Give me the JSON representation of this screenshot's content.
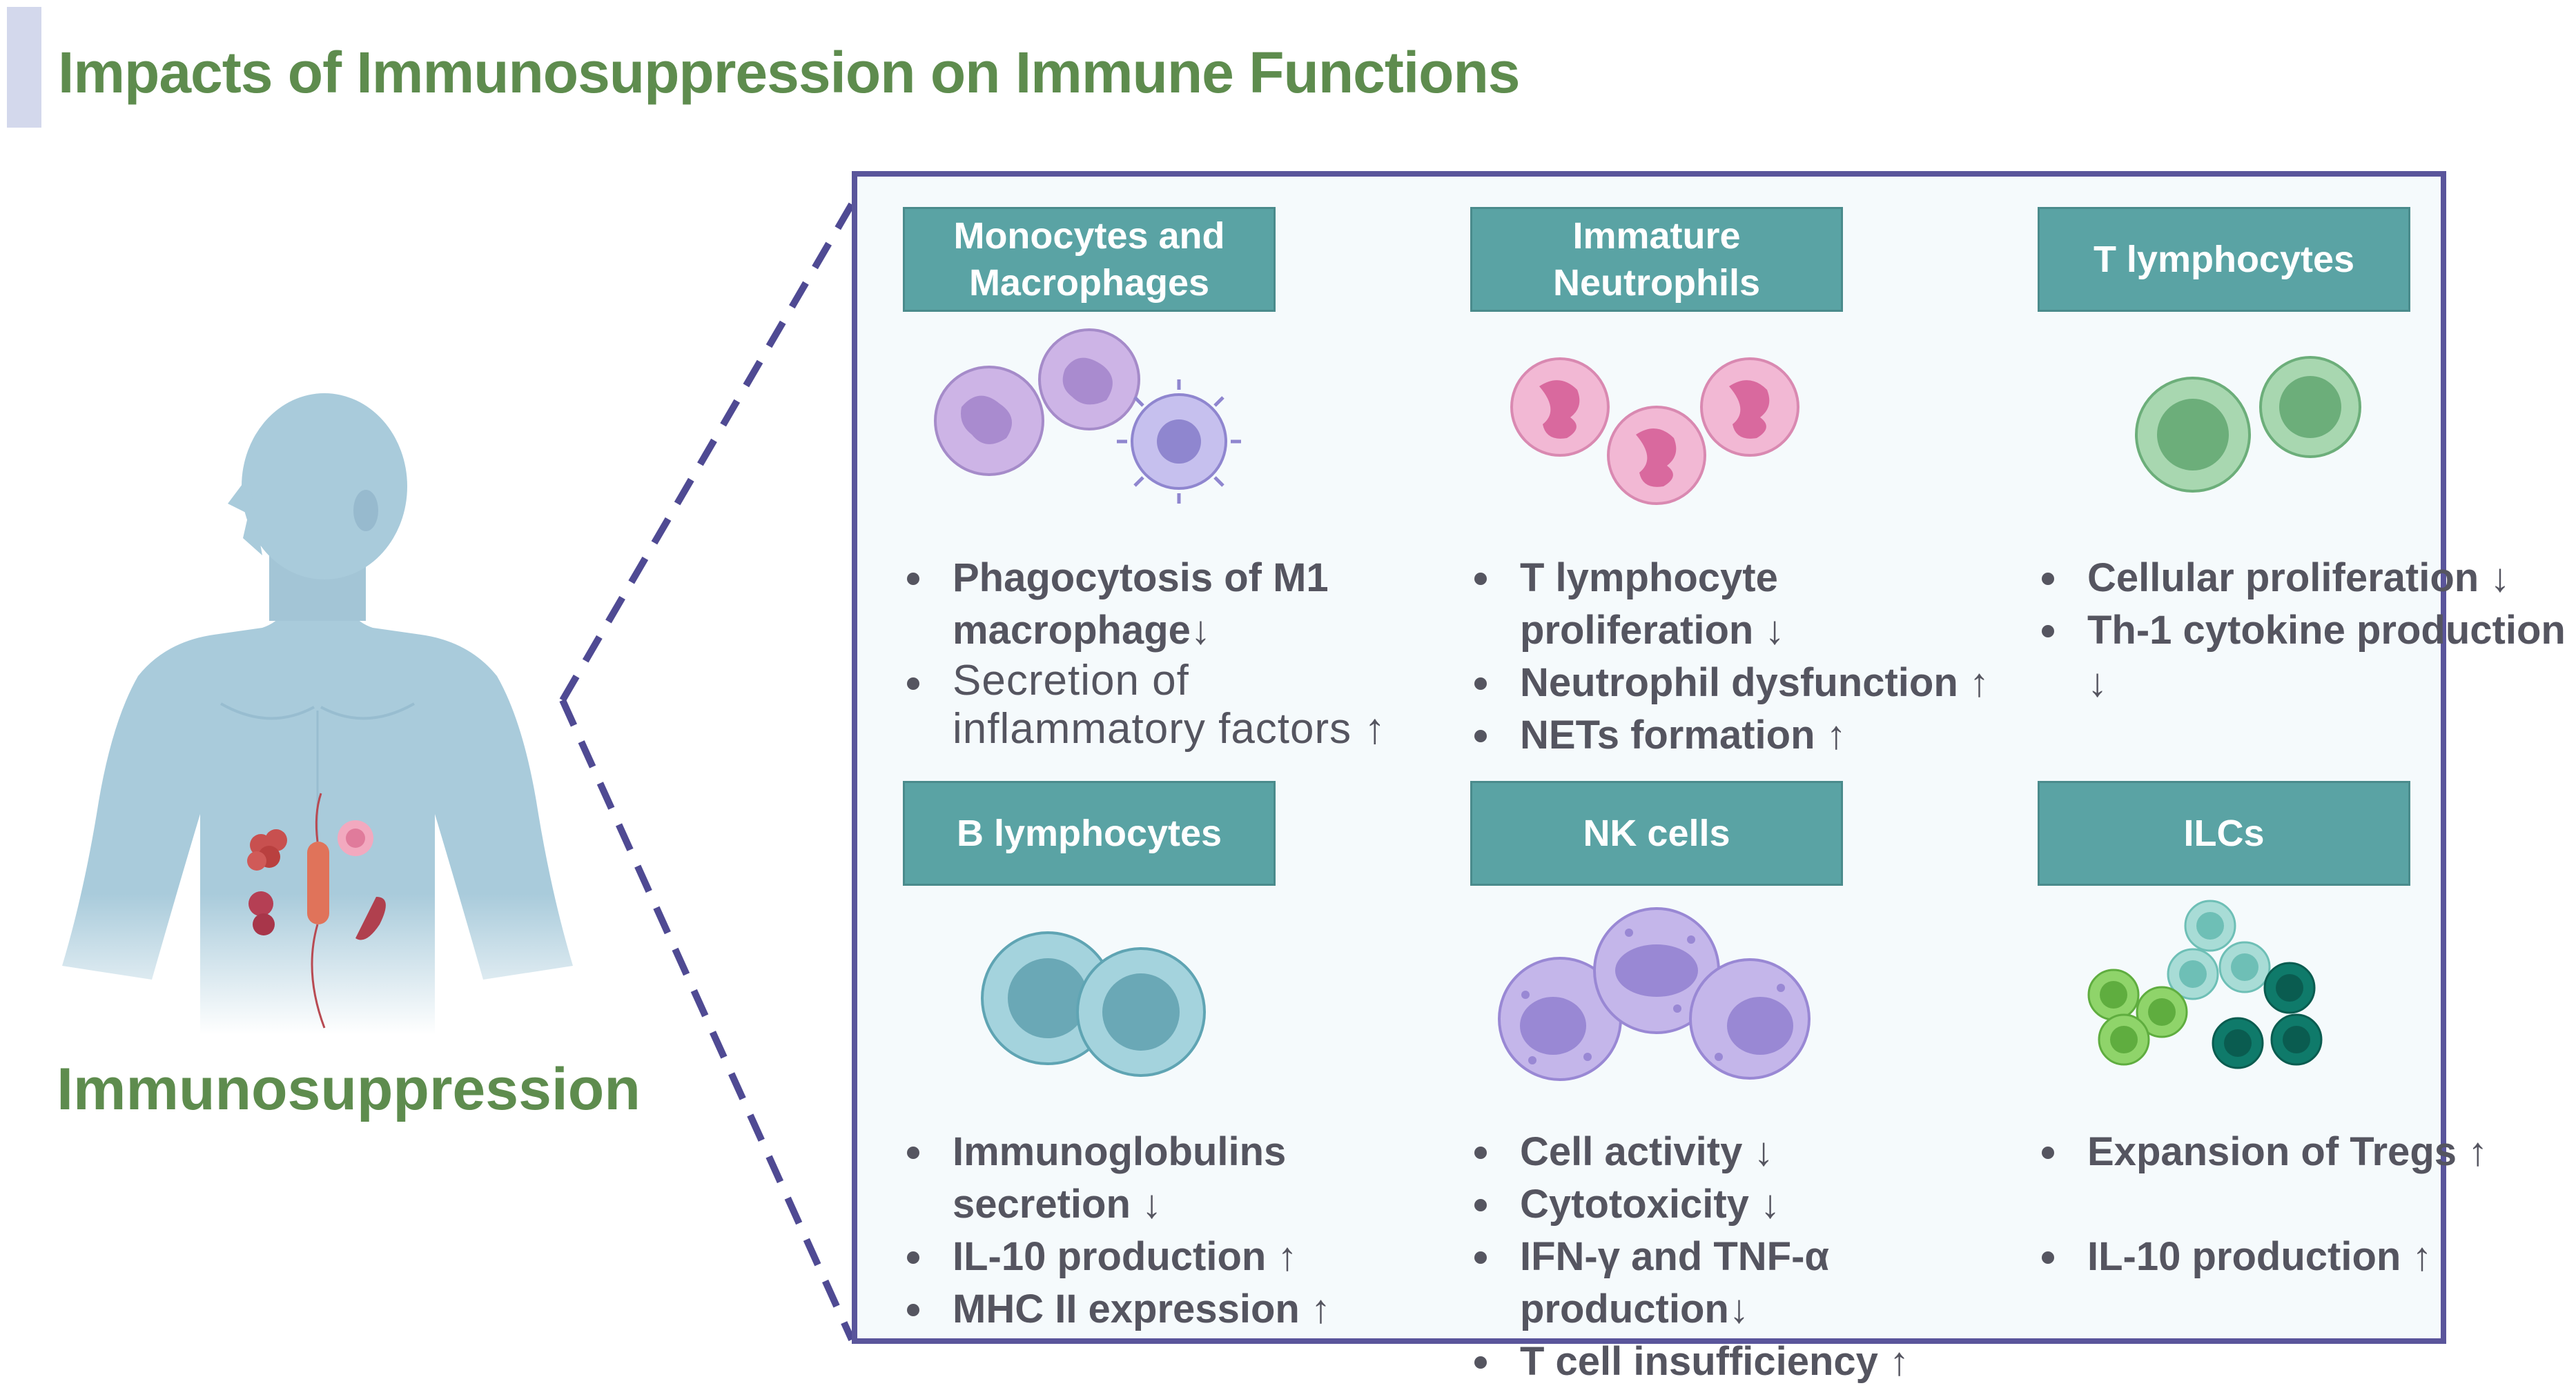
{
  "title": "Impacts of Immunosuppression on Immune Functions",
  "caption": "Immunosuppression",
  "colors": {
    "title_green": "#5e8c4e",
    "panel_border": "#5a559b",
    "header_teal": "#5aa3a4",
    "body_blue": "#a9cbdb",
    "bullet_text": "#555560"
  },
  "cells": [
    {
      "header": [
        "Monocytes and",
        "Macrophages"
      ],
      "bullets": [
        "Phagocytosis of M1 macrophage↓",
        "Secretion of inflammatory factors ↑"
      ]
    },
    {
      "header": [
        "Immature",
        "Neutrophils"
      ],
      "bullets": [
        "T lymphocyte proliferation ↓",
        "Neutrophil dysfunction ↑",
        "NETs formation ↑"
      ]
    },
    {
      "header": [
        "T lymphocytes"
      ],
      "bullets": [
        "Cellular proliferation ↓",
        "Th-1 cytokine production ↓"
      ]
    },
    {
      "header": [
        "B lymphocytes"
      ],
      "bullets": [
        "Immunoglobulins secretion ↓",
        "IL-10 production ↑",
        "MHC II expression ↑"
      ]
    },
    {
      "header": [
        "NK cells"
      ],
      "bullets": [
        "Cell activity ↓",
        "Cytotoxicity ↓",
        "IFN-γ and TNF-α production↓",
        "T cell insufficiency ↑"
      ]
    },
    {
      "header": [
        "ILCs"
      ],
      "bullets": [
        "Expansion of Tregs ↑",
        "IL-10 production ↑"
      ]
    }
  ]
}
